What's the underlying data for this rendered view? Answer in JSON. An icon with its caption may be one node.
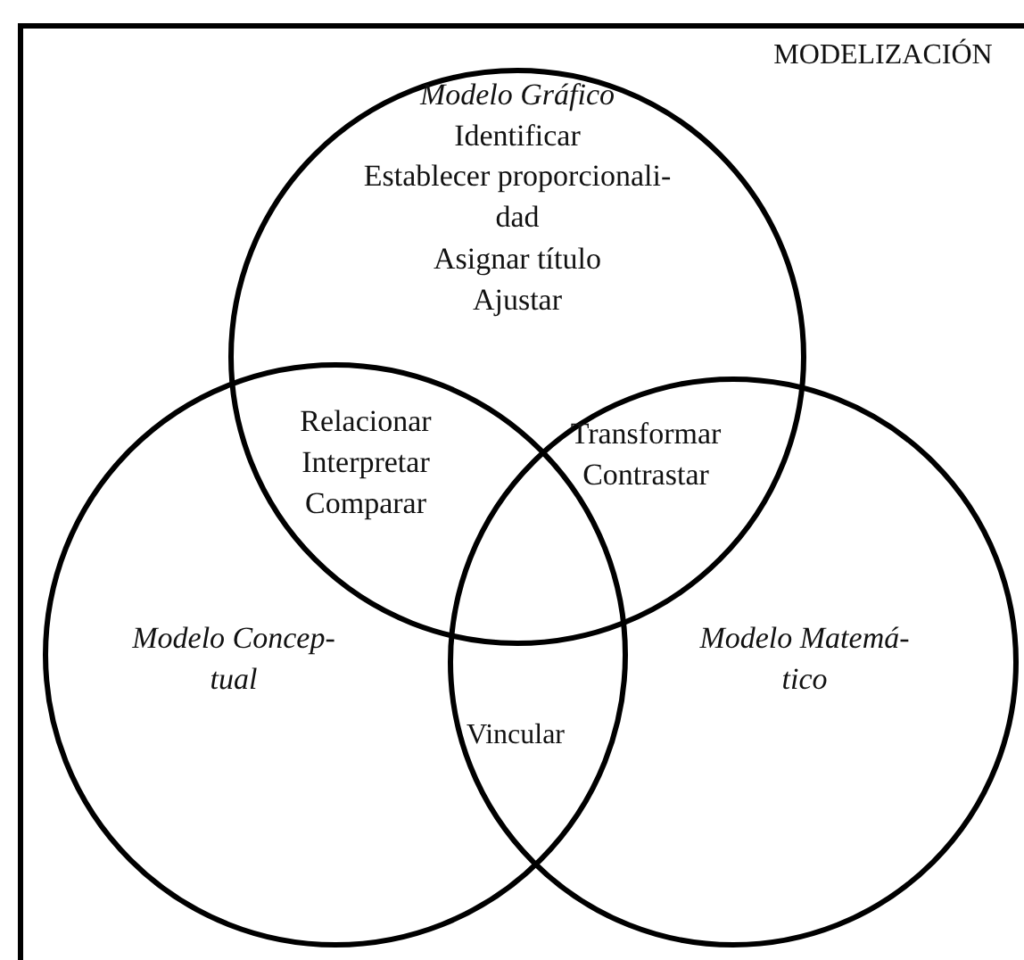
{
  "diagram": {
    "nodes": [
      {
        "text": [
          "MODELIZACIÓN"
        ]
      },
      {
        "text": [
          "Modelo Gráfico",
          "Identificar",
          "Establecer proporcionali-dad",
          "Asignar título",
          "Ajustar"
        ],
        "in": 0
      },
      {
        "text": [
          "Modelo Concep-tual"
        ],
        "in": 0
      },
      {
        "text": [
          "Modelo Matemá-tico"
        ],
        "in": 0
      }
    ],
    "edges": [],
    "labels": [
      "Relacionar",
      "Interpretar",
      "Comparar",
      "Transformar",
      "Contrastar",
      "Vincular"
    ]
  }
}
